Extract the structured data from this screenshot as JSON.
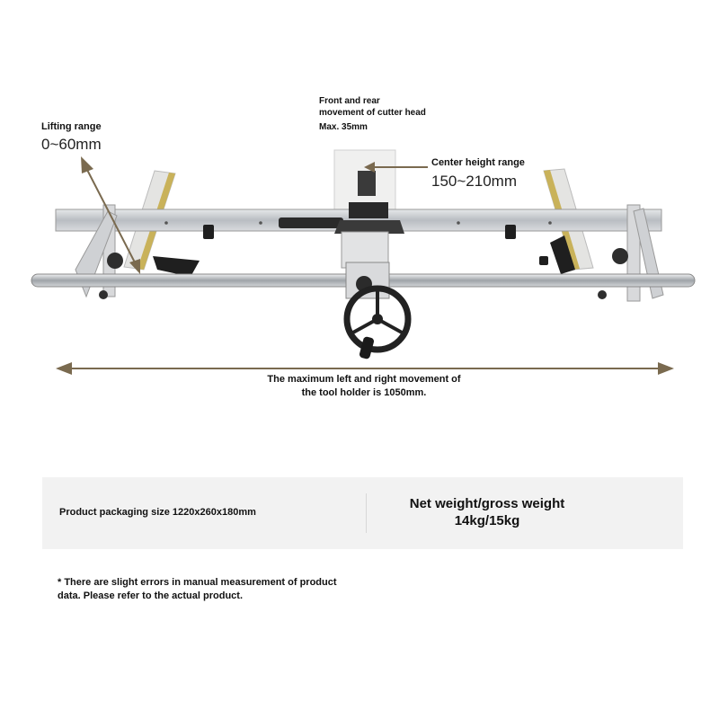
{
  "annotations": {
    "lifting": {
      "title": "Lifting range",
      "value": "0~60mm"
    },
    "front_rear": {
      "line1": "Front and rear",
      "line2": "movement of cutter head",
      "value": "Max. 35mm"
    },
    "center_height": {
      "title": "Center height range",
      "value": "150~210mm"
    },
    "travel": {
      "line1": "The maximum left and right movement of",
      "line2": "the tool holder is 1050mm."
    }
  },
  "info_panel": {
    "packaging": "Product packaging size 1220x260x180mm",
    "weight_title": "Net weight/gross weight",
    "weight_value": "14kg/15kg"
  },
  "disclaimer": {
    "line1": "* There are slight errors in manual measurement of product",
    "line2": "data. Please refer to the actual product."
  },
  "colors": {
    "arrow": "#7a6a4f",
    "rail": "#c9ccd0",
    "accent_yellow": "#c9b25a",
    "panel_bg": "#f2f2f2"
  },
  "icons": [
    "lifting-arrow-icon",
    "center-height-arrow-icon",
    "travel-double-arrow-icon",
    "handwheel-icon"
  ]
}
